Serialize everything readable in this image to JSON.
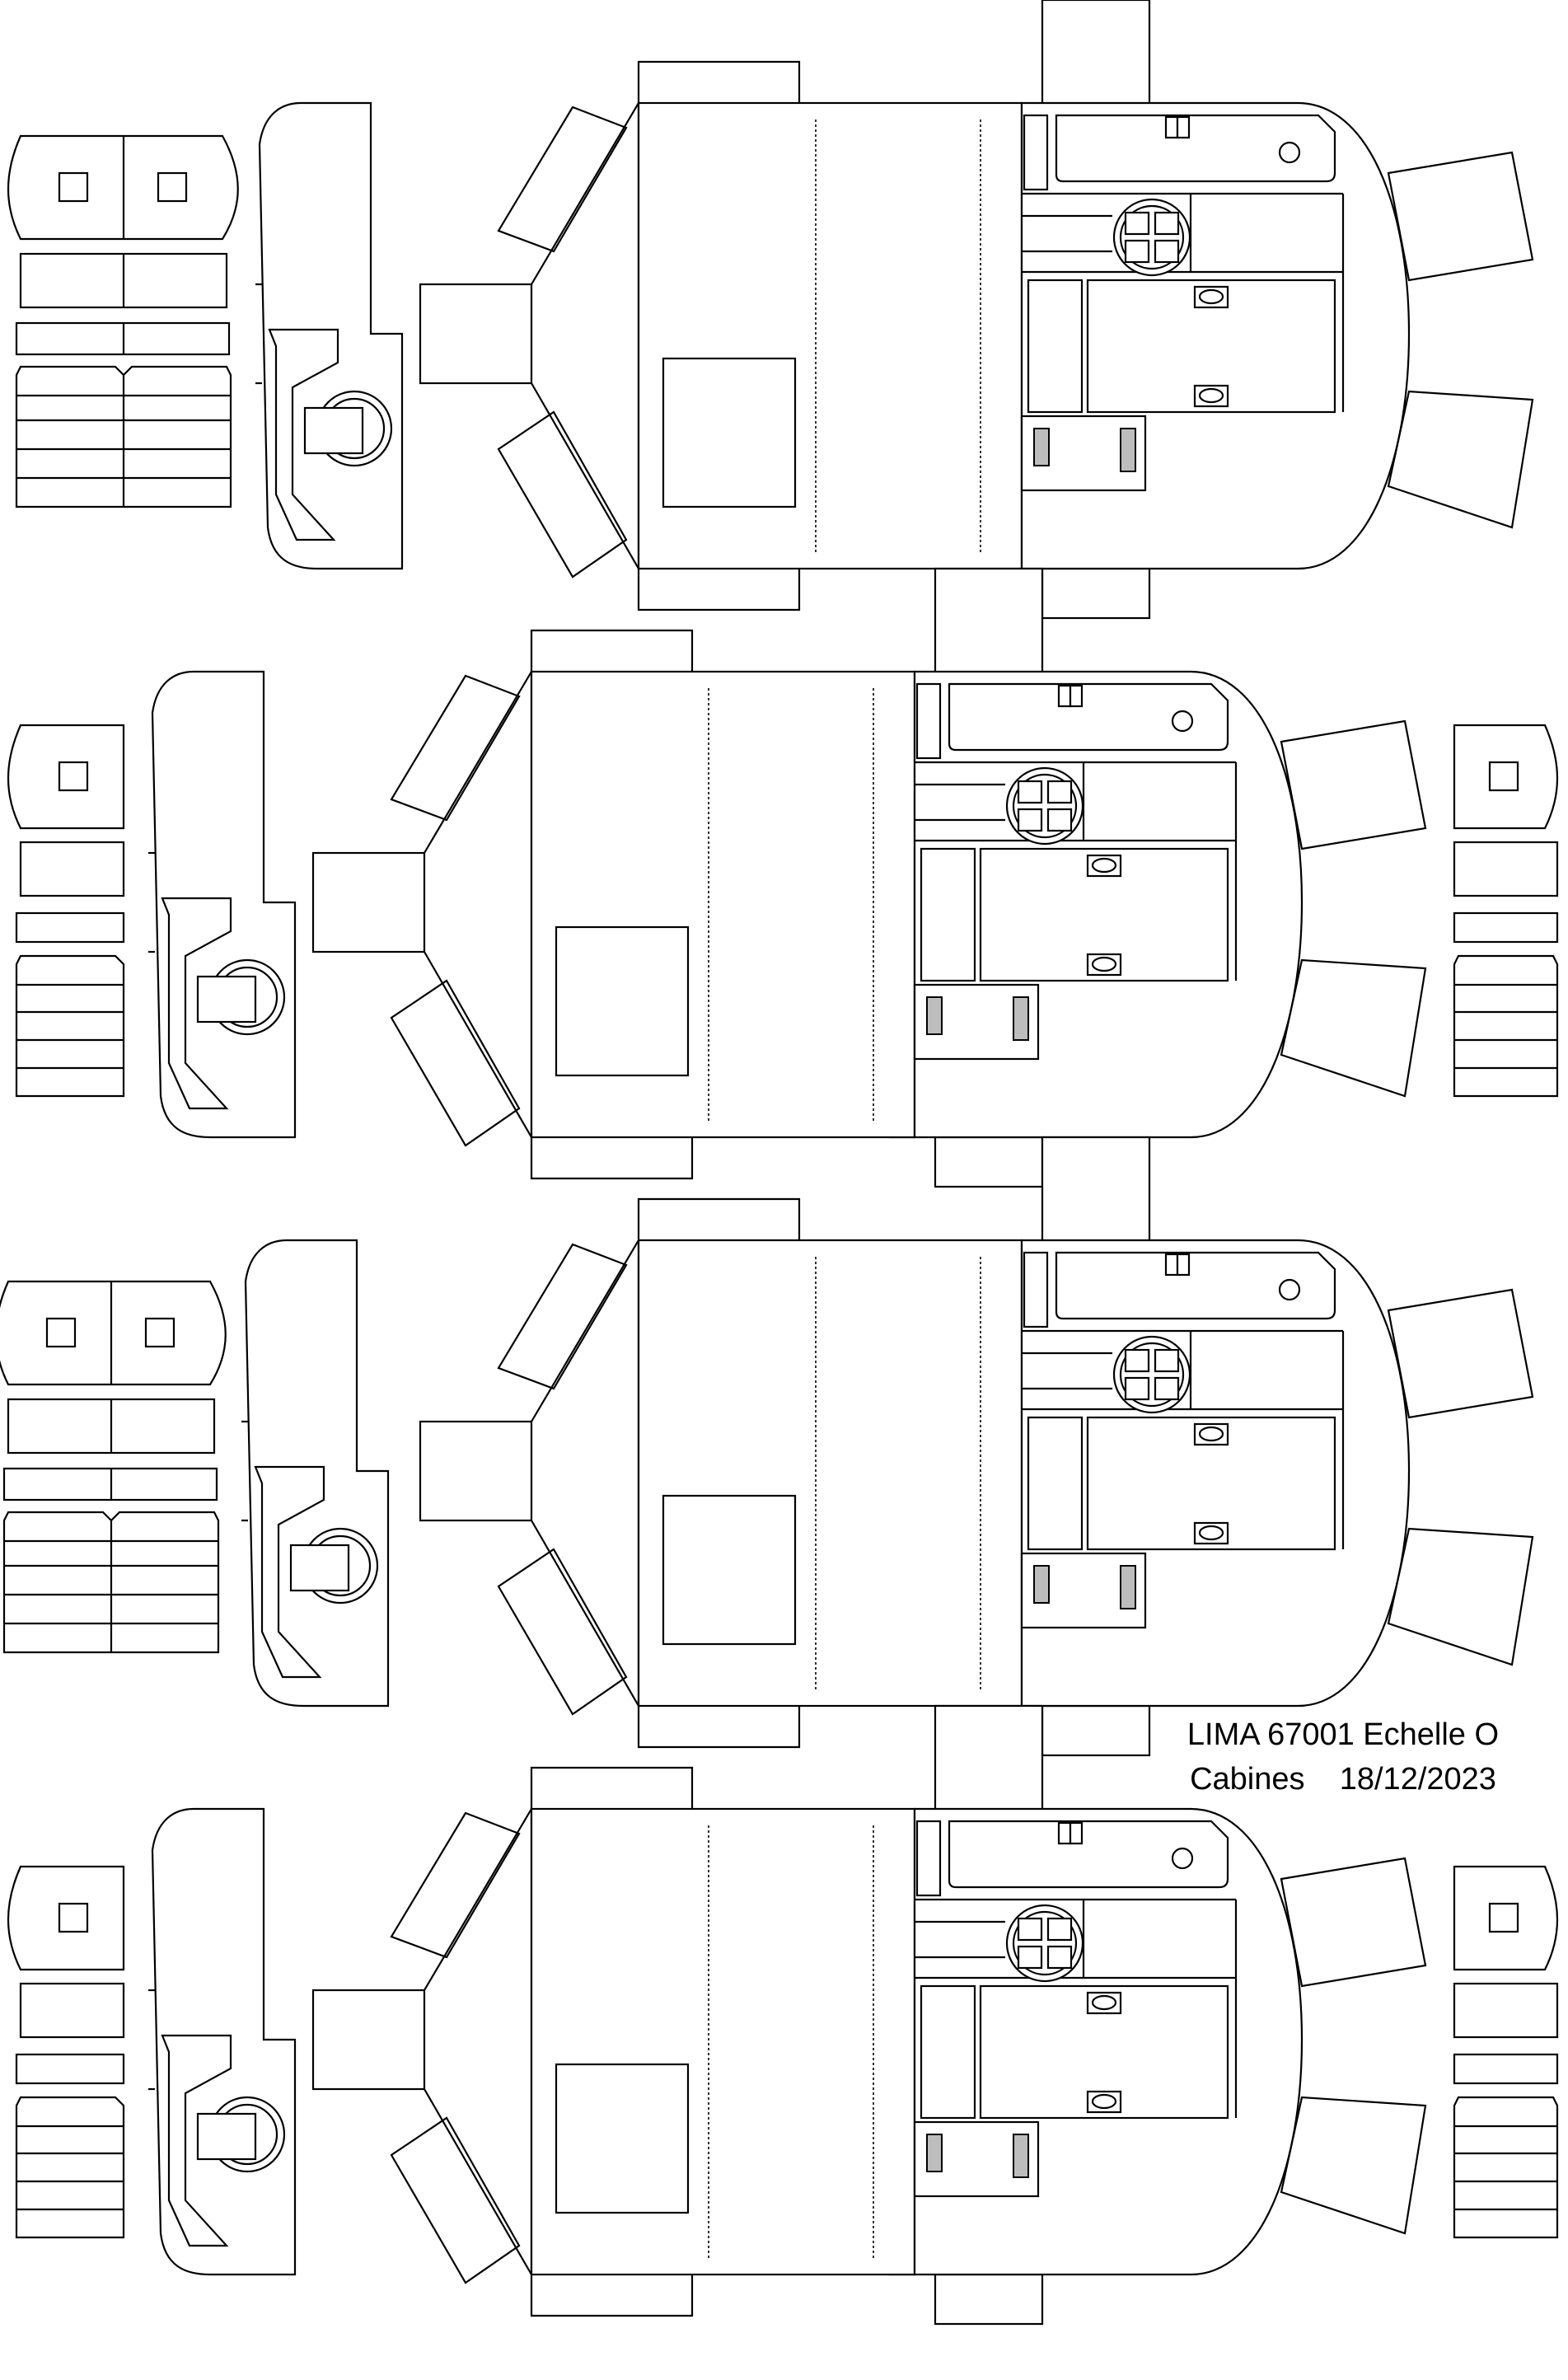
{
  "caption": {
    "line1": "LIMA 67001 Echelle O",
    "line2": "Cabines    18/12/2023"
  },
  "sheet": {
    "units": [
      {
        "id": "cab-1",
        "side_parts": "left-double",
        "tab_top": true
      },
      {
        "id": "cab-2",
        "side_parts": "split",
        "tab_top": true
      },
      {
        "id": "cab-3",
        "side_parts": "left-double",
        "tab_top": true
      },
      {
        "id": "cab-4",
        "side_parts": "split",
        "tab_top": true
      }
    ]
  },
  "colors": {
    "ink": "#000000",
    "paper": "#ffffff",
    "detail": "#bdbdbd"
  }
}
